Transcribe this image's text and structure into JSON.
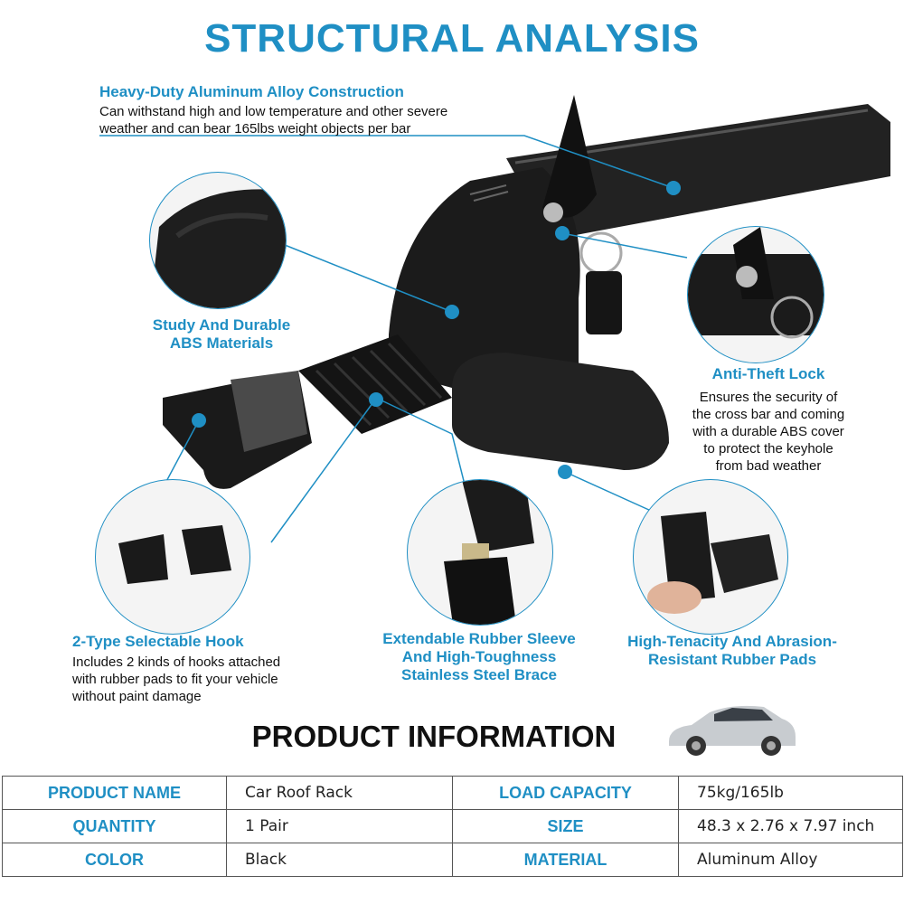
{
  "title": "STRUCTURAL ANALYSIS",
  "features": {
    "aluminum": {
      "title": "Heavy-Duty Aluminum Alloy Construction",
      "desc": [
        "Can withstand high and low temperature and other severe",
        "weather and can bear 165lbs weight objects per bar"
      ]
    },
    "abs": {
      "title": [
        "Study And Durable",
        "ABS Materials"
      ]
    },
    "lock": {
      "title": "Anti-Theft Lock",
      "desc": [
        "Ensures the security of",
        "the cross bar and coming",
        "with a durable ABS cover",
        "to protect the keyhole",
        "from bad weather"
      ]
    },
    "hook": {
      "title": "2-Type Selectable Hook",
      "desc": [
        "Includes 2 kinds of hooks attached",
        "with rubber pads to fit your vehicle",
        "without paint damage"
      ]
    },
    "sleeve": {
      "title": [
        "Extendable Rubber Sleeve",
        "And High-Toughness",
        "Stainless Steel Brace"
      ]
    },
    "pads": {
      "title": [
        "High-Tenacity And Abrasion-",
        "Resistant Rubber Pads"
      ]
    }
  },
  "product_info": {
    "title": "PRODUCT INFORMATION",
    "rows": [
      {
        "label1": "PRODUCT NAME",
        "value1": "Car Roof Rack",
        "label2": "LOAD CAPACITY",
        "value2": "75kg/165lb"
      },
      {
        "label1": "QUANTITY",
        "value1": "1 Pair",
        "label2": "SIZE",
        "value2": "48.3 x 2.76 x 7.97 inch"
      },
      {
        "label1": "COLOR",
        "value1": "Black",
        "label2": "MATERIAL",
        "value2": "Aluminum Alloy"
      }
    ]
  },
  "colors": {
    "accent": "#1f8fc4",
    "product": "#1b1b1b",
    "car": "#c8ccd0"
  }
}
